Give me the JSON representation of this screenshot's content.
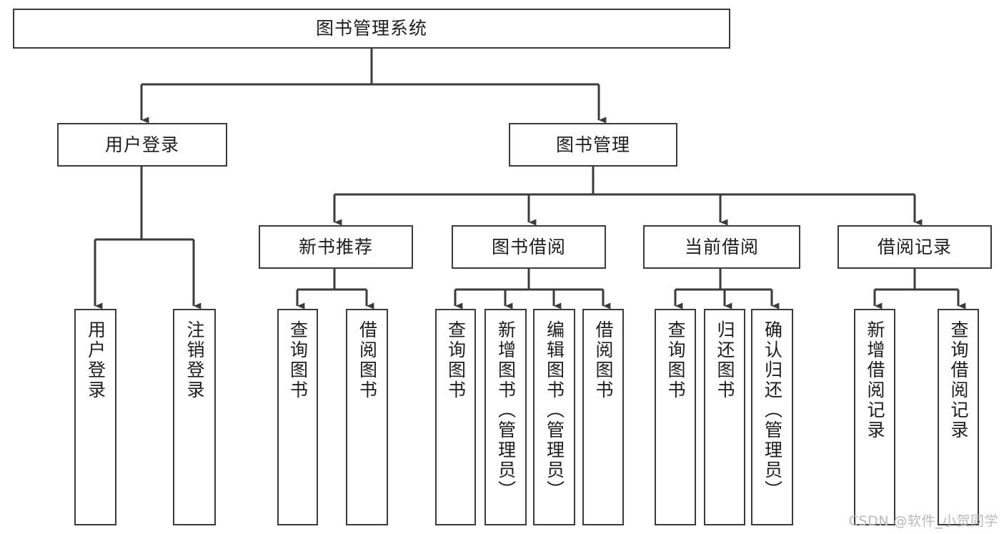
{
  "diagram": {
    "type": "tree-hierarchy",
    "title": "图书管理系统",
    "line_color": "#3b3b3b",
    "box_fill": "#ffffff",
    "text_color": "#1d1d1d",
    "root": {
      "label": "图书管理系统",
      "orientation": "horizontal"
    },
    "level2": [
      {
        "label": "用户登录",
        "orientation": "horizontal"
      },
      {
        "label": "图书管理",
        "orientation": "horizontal"
      }
    ],
    "level3": [
      {
        "label": "新书推荐",
        "orientation": "horizontal"
      },
      {
        "label": "图书借阅",
        "orientation": "horizontal"
      },
      {
        "label": "当前借阅",
        "orientation": "horizontal"
      },
      {
        "label": "借阅记录",
        "orientation": "horizontal"
      }
    ],
    "leaves": [
      {
        "label": "用户登录",
        "orientation": "vertical",
        "parent": "用户登录"
      },
      {
        "label": "注销登录",
        "orientation": "vertical",
        "parent": "用户登录"
      },
      {
        "label": "查询图书",
        "orientation": "vertical",
        "parent": "新书推荐"
      },
      {
        "label": "借阅图书",
        "orientation": "vertical",
        "parent": "新书推荐"
      },
      {
        "label": "查询图书",
        "orientation": "vertical",
        "parent": "图书借阅"
      },
      {
        "label": "新增图书（管理员）",
        "orientation": "vertical",
        "parent": "图书借阅"
      },
      {
        "label": "编辑图书（管理员）",
        "orientation": "vertical",
        "parent": "图书借阅"
      },
      {
        "label": "借阅图书",
        "orientation": "vertical",
        "parent": "图书借阅"
      },
      {
        "label": "查询图书",
        "orientation": "vertical",
        "parent": "当前借阅"
      },
      {
        "label": "归还图书",
        "orientation": "vertical",
        "parent": "当前借阅"
      },
      {
        "label": "确认归还（管理员）",
        "orientation": "vertical",
        "parent": "当前借阅"
      },
      {
        "label": "新增借阅记录",
        "orientation": "vertical",
        "parent": "借阅记录"
      },
      {
        "label": "查询借阅记录",
        "orientation": "vertical",
        "parent": "借阅记录"
      }
    ]
  },
  "watermark": {
    "text": "CSDN @软件_小贺同学"
  }
}
